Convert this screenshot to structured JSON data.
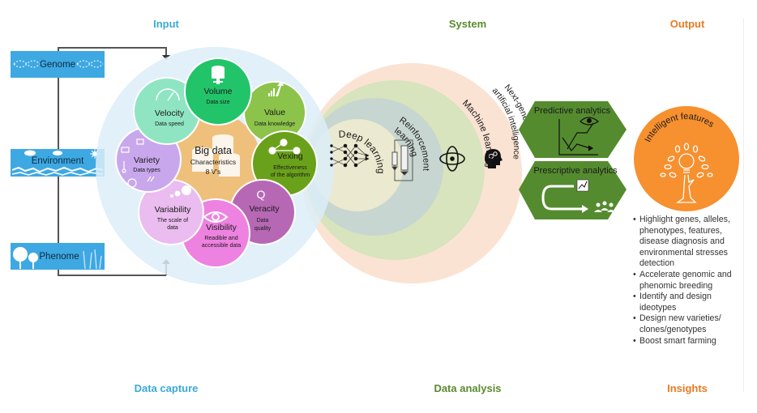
{
  "headings": {
    "input": "Input",
    "system": "System",
    "output": "Output",
    "data_capture": "Data capture",
    "data_analysis": "Data analysis",
    "insights": "Insights"
  },
  "sources": [
    {
      "label": "Genome",
      "icon": "dna-icon"
    },
    {
      "label": "Environment",
      "icon": "weather-soil-icon"
    },
    {
      "label": "Phenome",
      "icon": "plants-icon"
    }
  ],
  "big_data": {
    "title": "Big data",
    "subtitle": "Characteristics",
    "count": "8 V's",
    "vs": [
      {
        "name": "Volume",
        "desc": "Data size",
        "color": "#22c46a",
        "icon": "database-icon"
      },
      {
        "name": "Value",
        "desc": "Data knowledge",
        "color": "#8cc34a",
        "icon": "growth-arrow-icon"
      },
      {
        "name": "Vexing",
        "desc": "Effectiveness of the algorithm",
        "color": "#6aa11a",
        "icon": "workflow-icon"
      },
      {
        "name": "Veracity",
        "desc": "Data quality",
        "color": "#b768b5",
        "icon": "quality-icon"
      },
      {
        "name": "Visibility",
        "desc": "Readible and accessible data",
        "color": "#ee82e0",
        "icon": "eye-icon"
      },
      {
        "name": "Variability",
        "desc": "The scale of data",
        "color": "#ebbcef",
        "icon": "bubbles-icon"
      },
      {
        "name": "Variety",
        "desc": "Data types",
        "color": "#c9a7ec",
        "icon": "data-types-icon"
      },
      {
        "name": "Velocity",
        "desc": "Data speed",
        "color": "#8fe5c2",
        "icon": "speedometer-icon"
      }
    ],
    "center_color": "#efc07c"
  },
  "system_rings": [
    {
      "label": "Next-generation artificial intelligence",
      "line1": "Next-generation",
      "line2": "artificial intelligence",
      "color": "#fbe3d3",
      "icon": "ai-head-icon"
    },
    {
      "label": "Machine learning",
      "color": "#d7e4bd",
      "icon": "orbit-icon"
    },
    {
      "label": "Reinforcement learning",
      "line1": "Reinforcement",
      "line2": "learning",
      "color": "#c7d6d0",
      "icon": "feedback-loop-icon"
    },
    {
      "label": "Deep learning",
      "color": "#ebe9cf",
      "icon": "neural-network-icon"
    }
  ],
  "analytics": [
    {
      "label": "Predictive analytics",
      "icon": "predictive-chart-icon"
    },
    {
      "label": "Prescriptive analytics",
      "icon": "prescriptive-flow-icon"
    }
  ],
  "output": {
    "circle_label": "Intelligent features",
    "icon": "lightbulb-tree-icon",
    "bullets": [
      "Highlight genes, alleles, phenotypes, features, disease diagnosis and environmental stresses detection",
      "Accelerate genomic and phenomic breeding",
      "Identify and design ideotypes",
      "Design new varieties/ clones/genotypes",
      "Boost smart farming"
    ]
  },
  "colors": {
    "input_blue": "#3ba9d9",
    "system_green": "#5a8a2e",
    "output_orange": "#e87a22",
    "hex_green": "#558b2f",
    "output_circle": "#f7902f"
  }
}
